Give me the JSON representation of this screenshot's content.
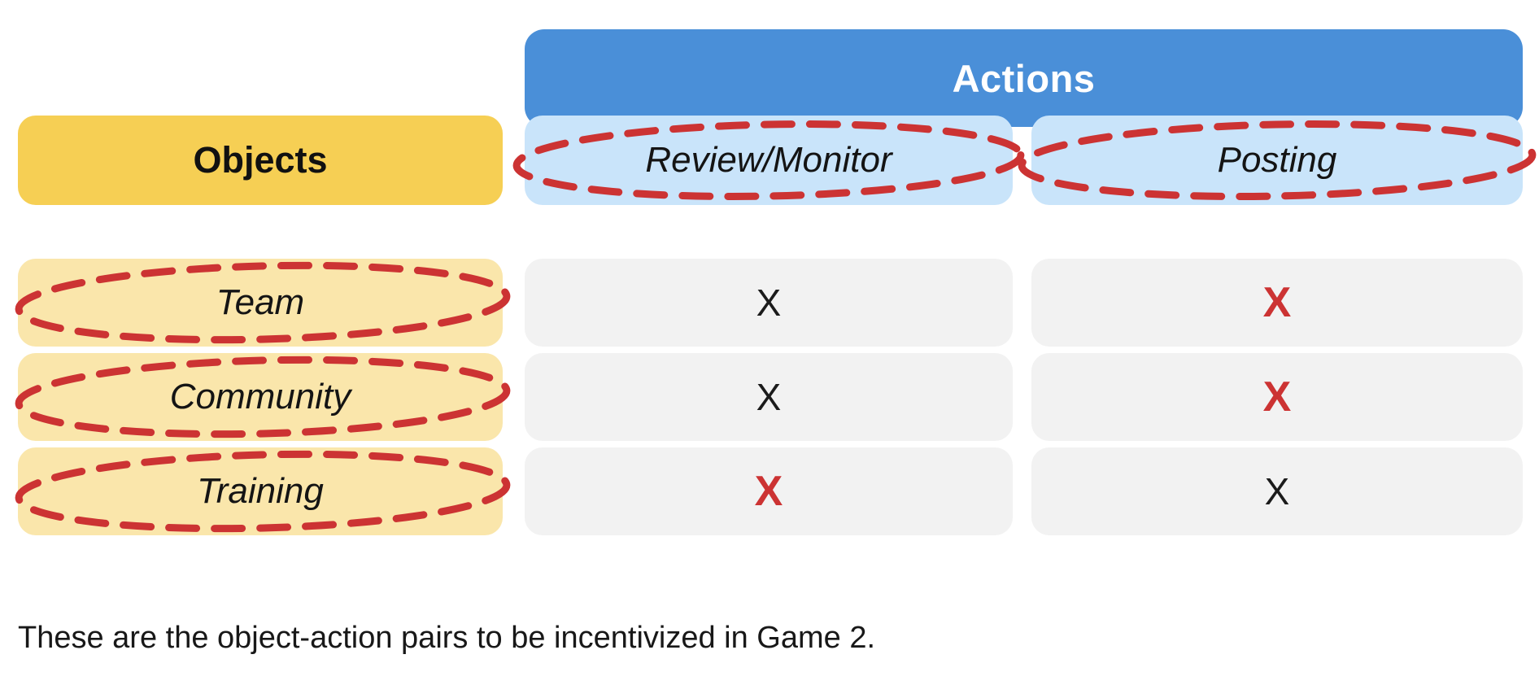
{
  "header": {
    "actions_label": "Actions",
    "objects_label": "Objects"
  },
  "colors": {
    "actions_banner": "#4a8fd8",
    "objects_header": "#f6cf54",
    "column_header": "#c9e4fa",
    "row_label": "#fae6ab",
    "cell": "#f2f2f2",
    "highlight_red": "#cc3333",
    "text_dark": "#141414",
    "banner_text": "#ffffff"
  },
  "matrix": {
    "column_headers": [
      {
        "label": "Review/Monitor",
        "circled": true
      },
      {
        "label": "Posting",
        "circled": true
      }
    ],
    "rows": [
      {
        "label": "Team",
        "circled": true,
        "cells": [
          {
            "mark": "X",
            "highlight": false
          },
          {
            "mark": "X",
            "highlight": true
          }
        ]
      },
      {
        "label": "Community",
        "circled": true,
        "cells": [
          {
            "mark": "X",
            "highlight": false
          },
          {
            "mark": "X",
            "highlight": true
          }
        ]
      },
      {
        "label": "Training",
        "circled": true,
        "cells": [
          {
            "mark": "X",
            "highlight": true
          },
          {
            "mark": "X",
            "highlight": false
          }
        ]
      }
    ]
  },
  "caption": {
    "text": "These are the object-action pairs to be incentivized in Game 2."
  }
}
